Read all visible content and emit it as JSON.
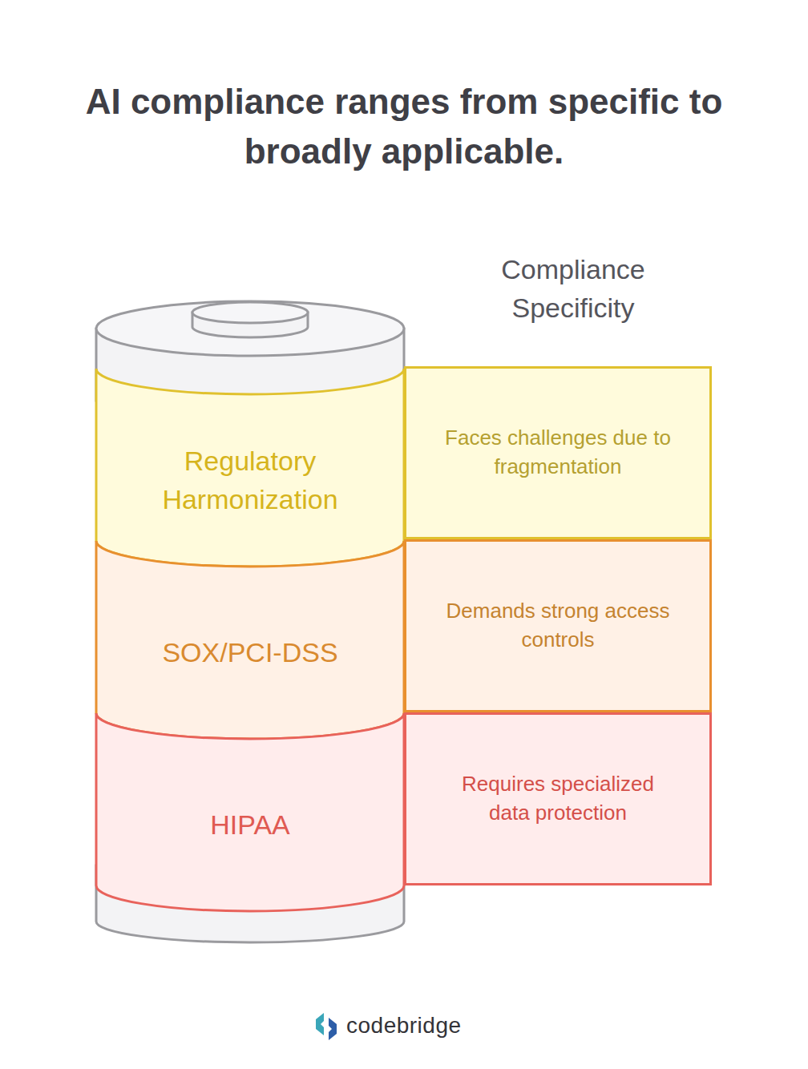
{
  "diagram": {
    "title": "AI compliance ranges from specific to broadly applicable.",
    "nodes": [
      {
        "text": [
          "Regulatory Harmonization"
        ]
      },
      {
        "text": [
          "Faces challenges due to fragmentation"
        ]
      },
      {
        "text": [
          "SOX/PCI-DSS"
        ]
      },
      {
        "text": [
          "Demands strong access controls"
        ]
      },
      {
        "text": [
          "HIPAA"
        ]
      },
      {
        "text": [
          "Requires specialized data protection"
        ]
      }
    ],
    "labels": [
      "Compliance Specificity",
      "codebridge"
    ]
  }
}
